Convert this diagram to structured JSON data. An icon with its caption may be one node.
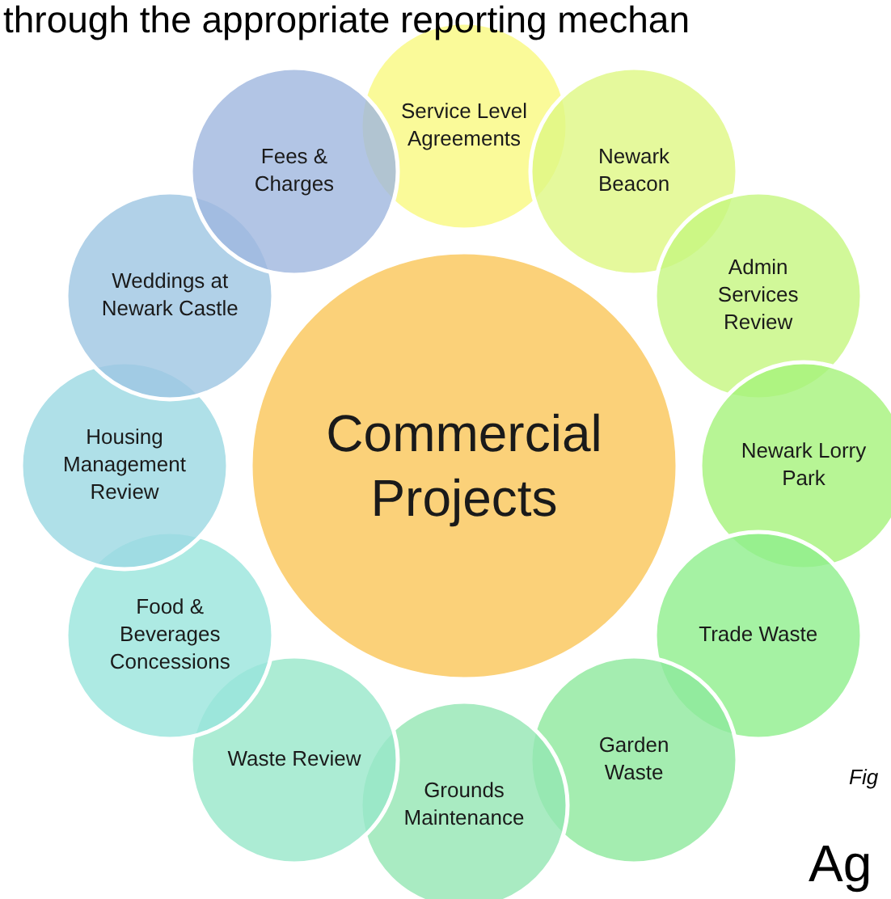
{
  "diagram": {
    "nodes": [
      {
        "text": [
          "Commercial Projects"
        ]
      },
      {
        "text": [
          "Service Level Agreements"
        ]
      },
      {
        "text": [
          "Newark Beacon"
        ]
      },
      {
        "text": [
          "Admin Services Review"
        ]
      },
      {
        "text": [
          "Newark Lorry Park"
        ]
      },
      {
        "text": [
          "Trade Waste"
        ]
      },
      {
        "text": [
          "Garden Waste"
        ]
      },
      {
        "text": [
          "Grounds Maintenance"
        ]
      },
      {
        "text": [
          "Waste Review"
        ]
      },
      {
        "text": [
          "Food & Beverages Concessions"
        ]
      },
      {
        "text": [
          "Housing Management Review"
        ]
      },
      {
        "text": [
          "Weddings at Newark Castle"
        ]
      },
      {
        "text": [
          "Fees & Charges"
        ]
      }
    ],
    "labels": [
      "through the appropriate reporting mechan",
      "Fig",
      "Ag"
    ]
  }
}
